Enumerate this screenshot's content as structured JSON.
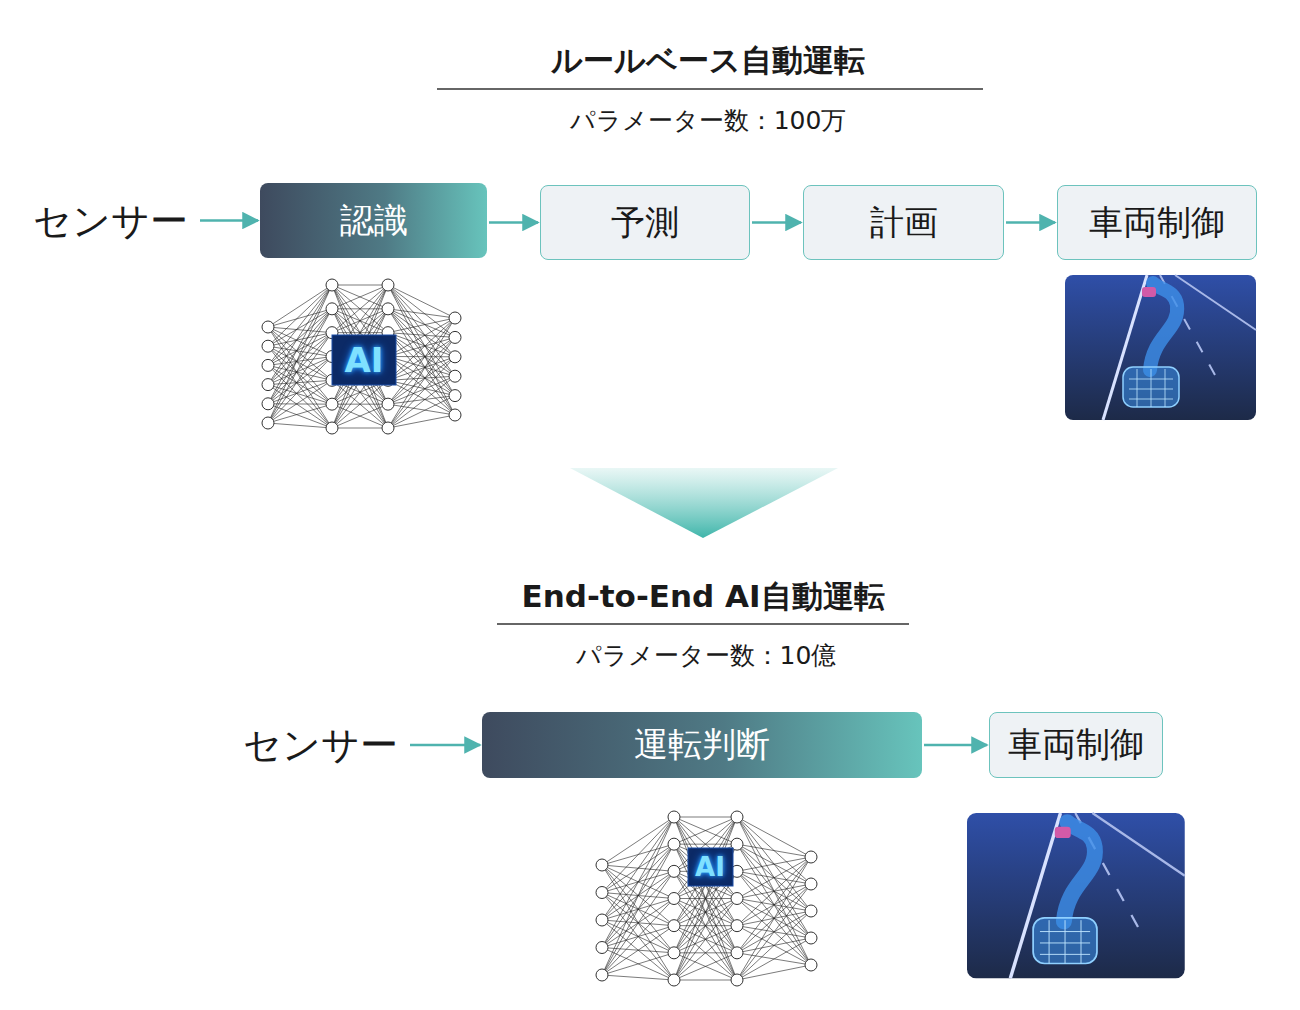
{
  "diagram": {
    "title": "ルールベース自動運転",
    "nodes": [
      {
        "text": [
          "センサー"
        ]
      },
      {
        "text": [
          "認識"
        ]
      },
      {
        "text": [
          "予測"
        ]
      },
      {
        "text": [
          "計画"
        ]
      },
      {
        "text": [
          "車両制御"
        ]
      },
      {
        "text": [
          "センサー"
        ]
      },
      {
        "text": [
          "運転判断"
        ]
      },
      {
        "text": [
          "車両制御"
        ]
      }
    ],
    "edges": [
      {
        "from": 0,
        "to": 1,
        "arrow": "to"
      },
      {
        "from": 1,
        "to": 2,
        "arrow": "to"
      },
      {
        "from": 2,
        "to": 3,
        "arrow": "to"
      },
      {
        "from": 3,
        "to": 4,
        "arrow": "to"
      },
      {
        "from": 5,
        "to": 6,
        "arrow": "to"
      },
      {
        "from": 6,
        "to": 7,
        "arrow": "to"
      }
    ],
    "labels": [
      "パラメーター数：100万",
      "AI",
      "End-to-End AI自動運転",
      "パラメーター数：10億",
      "AI"
    ]
  }
}
